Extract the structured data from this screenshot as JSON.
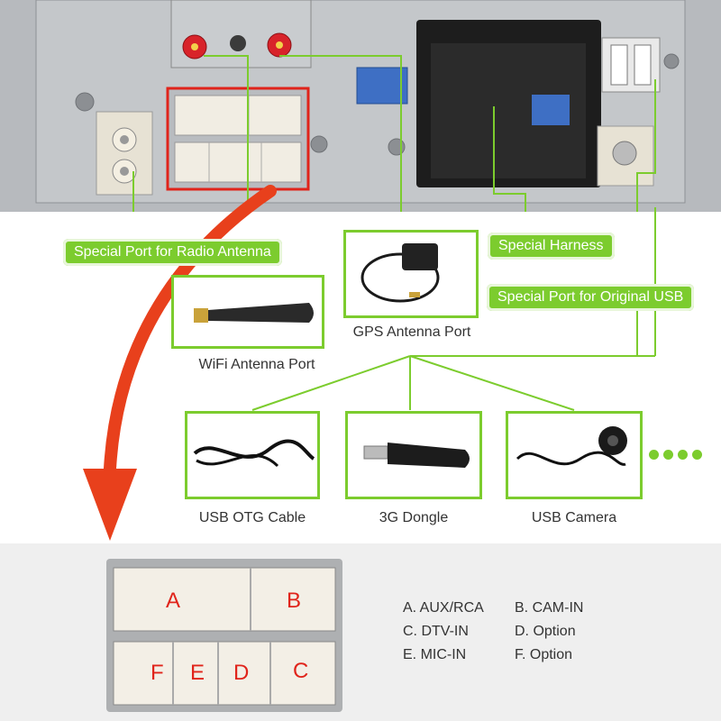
{
  "labels": {
    "radio_antenna": "Special Port for Radio Antenna",
    "special_harness": "Special Harness",
    "original_usb": "Special Port for Original USB"
  },
  "accessories": {
    "wifi": "WiFi Antenna Port",
    "gps": "GPS Antenna Port",
    "usb_otg": "USB OTG Cable",
    "dongle_3g": "3G Dongle",
    "usb_camera": "USB Camera"
  },
  "connector_letters": [
    "A",
    "B",
    "F",
    "E",
    "D",
    "C"
  ],
  "legend": [
    [
      "A. AUX/RCA",
      "B. CAM-IN"
    ],
    [
      "C. DTV-IN",
      "D. Option"
    ],
    [
      "E. MIC-IN",
      "F. Option"
    ]
  ],
  "colors": {
    "accent_green": "#7ccc2e",
    "highlight_red": "#e0241b",
    "arrow_red": "#e8401c",
    "antenna_red": "#d8232a"
  }
}
